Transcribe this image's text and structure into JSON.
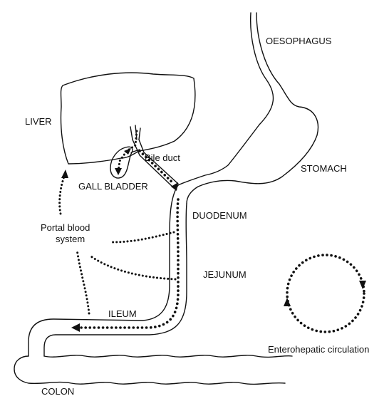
{
  "labels": {
    "oesophagus": "OESOPHAGUS",
    "liver": "LIVER",
    "bile_duct": "Bile duct",
    "gall_bladder": "GALL BLADDER",
    "stomach": "STOMACH",
    "duodenum": "DUODENUM",
    "portal_blood_system_line1": "Portal blood",
    "portal_blood_system_line2": "system",
    "jejunum": "JEJUNUM",
    "ileum": "ILEUM",
    "enterohepatic_circulation": "Enterohepatic circulation",
    "colon": "COLON"
  },
  "colors": {
    "ink": "#111111",
    "background": "#ffffff"
  },
  "icons": {
    "circulation": "circular-dotted-arrows-icon",
    "flow_arrow": "arrowhead-icon"
  }
}
